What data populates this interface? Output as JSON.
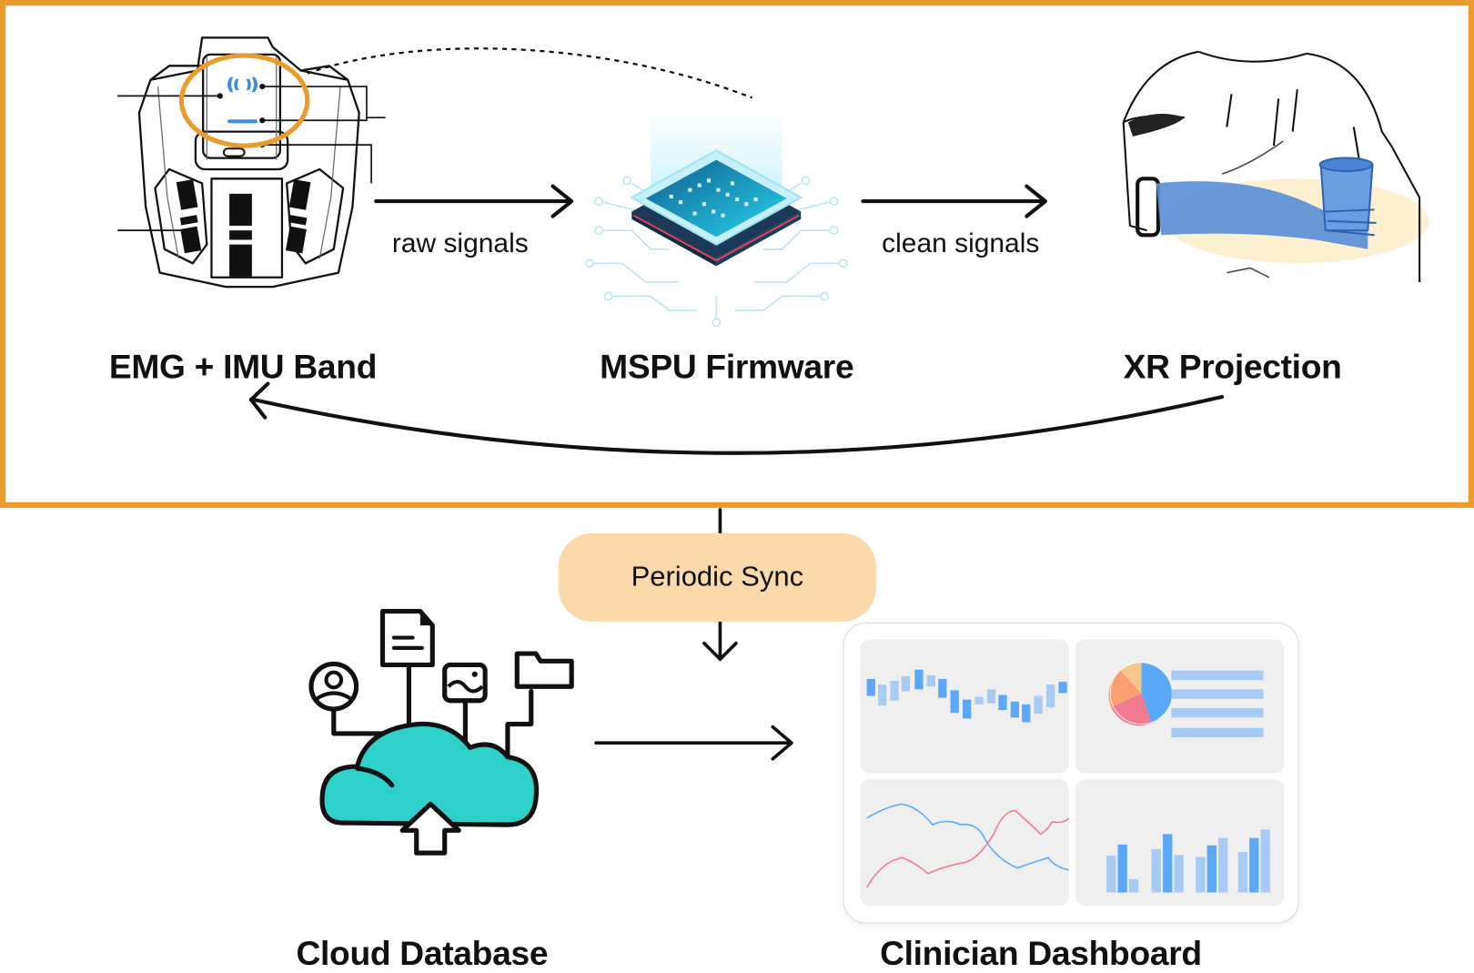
{
  "diagram": {
    "title_box_color": "#EB9B2C",
    "nodes": [
      {
        "id": "emg",
        "label": "EMG + IMU Band",
        "icon": "armband-device-sketch"
      },
      {
        "id": "mspu",
        "label": "MSPU Firmware",
        "icon": "microchip-illustration"
      },
      {
        "id": "xr",
        "label": "XR Projection",
        "icon": "arm-hologram-sketch"
      },
      {
        "id": "cloud",
        "label": "Cloud Database",
        "icon": "cloud-upload-icon"
      },
      {
        "id": "dashboard",
        "label": "Clinician Dashboard",
        "icon": "dashboard-charts"
      }
    ],
    "edges": [
      {
        "from": "emg",
        "to": "mspu",
        "label": "raw signals"
      },
      {
        "from": "mspu",
        "to": "xr",
        "label": "clean signals"
      },
      {
        "from": "xr",
        "to": "emg",
        "label": ""
      },
      {
        "from": "loop",
        "to": "cloud-dashboard",
        "label": "Periodic Sync"
      },
      {
        "from": "cloud",
        "to": "dashboard",
        "label": ""
      }
    ],
    "sync_pill": {
      "label": "Periodic Sync",
      "color": "#FADAAA"
    },
    "colors": {
      "accent_orange": "#EB9B2C",
      "cloud_teal": "#2ED1CA",
      "chart_blue": "#5CA8F8",
      "chart_light_blue": "#A8CBF5",
      "chart_red": "#F27A90",
      "chart_orange": "#F9A072",
      "chart_yellow": "#F3C889"
    }
  }
}
